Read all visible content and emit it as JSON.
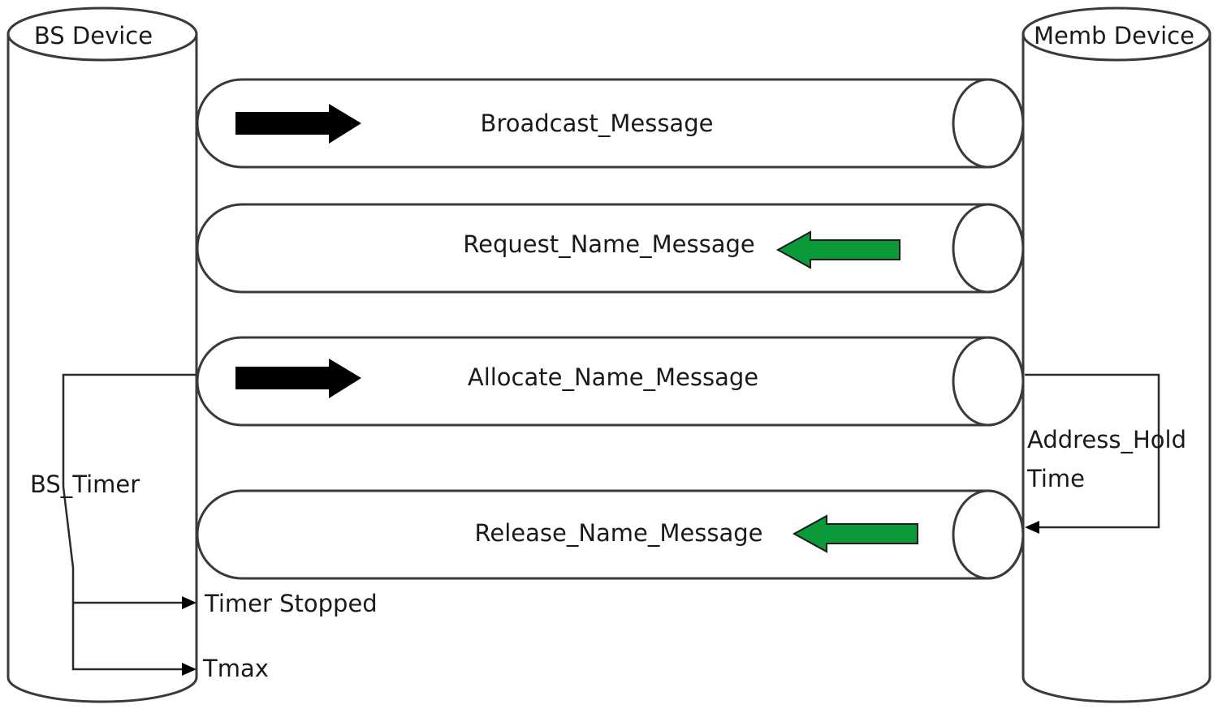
{
  "devices": {
    "left": {
      "label": "BS Device"
    },
    "right": {
      "label": "Memb Device"
    }
  },
  "messages": [
    {
      "label": "Broadcast_Message",
      "direction": "right",
      "arrow_color": "#000000"
    },
    {
      "label": "Request_Name_Message",
      "direction": "left",
      "arrow_color": "#0a9a3a"
    },
    {
      "label": "Allocate_Name_Message",
      "direction": "right",
      "arrow_color": "#000000"
    },
    {
      "label": "Release_Name_Message",
      "direction": "left",
      "arrow_color": "#0a9a3a"
    }
  ],
  "timers": {
    "bs_timer": "BS_Timer",
    "timer_stopped": "Timer Stopped",
    "tmax": "Tmax",
    "address_hold_line1": "Address_Hold",
    "address_hold_line2": "Time"
  }
}
